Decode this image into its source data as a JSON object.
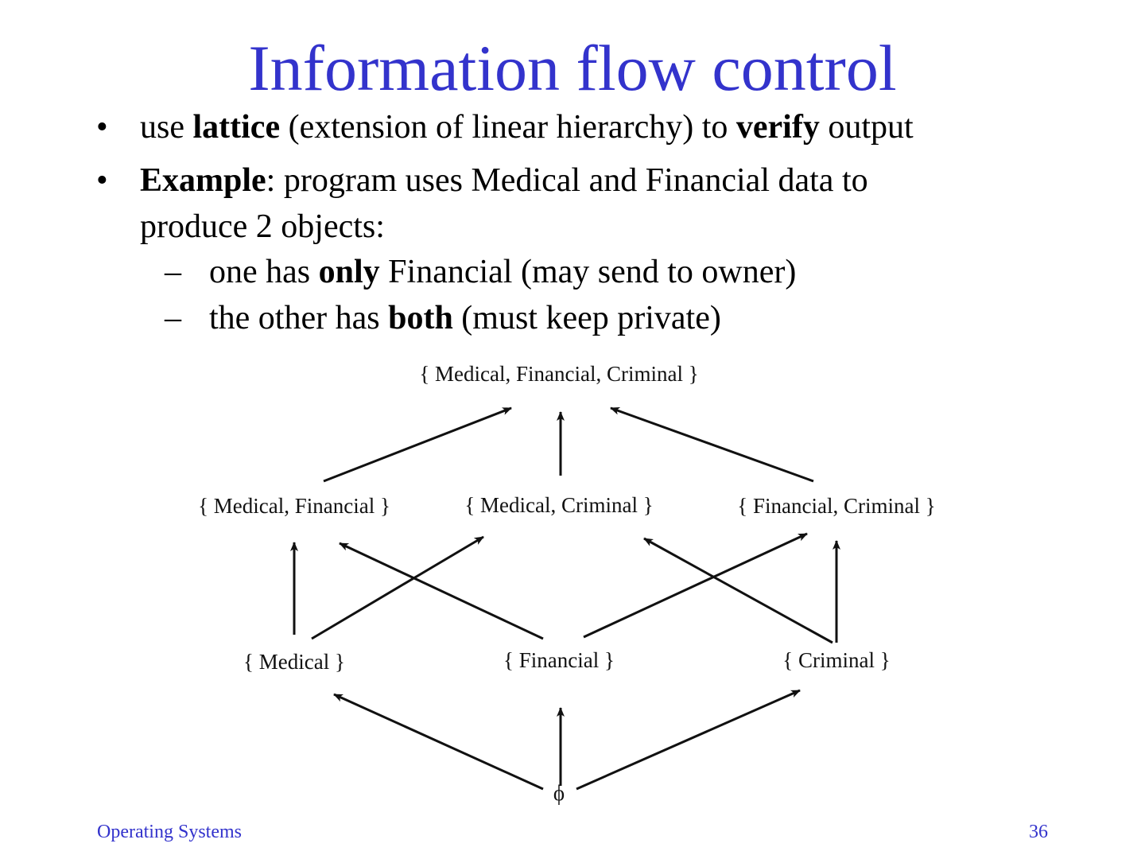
{
  "title": "Information flow control",
  "bullets": [
    {
      "marker": "•",
      "parts": [
        "use ",
        "lattice",
        " (extension of linear hierarchy) to ",
        "verify",
        " output"
      ]
    },
    {
      "marker": "•",
      "line1": [
        "Example",
        ": program uses Medical and Financial data to"
      ],
      "line2": "produce 2 objects:"
    }
  ],
  "sub_bullets": [
    {
      "marker": "–",
      "parts": [
        "one has ",
        "only",
        " Financial (may send to owner)"
      ]
    },
    {
      "marker": "–",
      "parts": [
        "the other has ",
        "both",
        " (must keep private)"
      ]
    }
  ],
  "lattice": {
    "nodes": {
      "top": "{ Medical, Financial, Criminal }",
      "med_fin": "{ Medical, Financial }",
      "med_crim": "{ Medical, Criminal }",
      "fin_crim": "{ Financial, Criminal }",
      "med": "{ Medical }",
      "fin": "{ Financial }",
      "crim": "{ Criminal }",
      "empty": "ϕ"
    },
    "edges": [
      [
        "empty",
        "med"
      ],
      [
        "empty",
        "fin"
      ],
      [
        "empty",
        "crim"
      ],
      [
        "med",
        "med_fin"
      ],
      [
        "med",
        "med_crim"
      ],
      [
        "fin",
        "med_fin"
      ],
      [
        "fin",
        "fin_crim"
      ],
      [
        "crim",
        "med_crim"
      ],
      [
        "crim",
        "fin_crim"
      ],
      [
        "med_fin",
        "top"
      ],
      [
        "med_crim",
        "top"
      ],
      [
        "fin_crim",
        "top"
      ]
    ]
  },
  "footer": {
    "left": "Operating Systems",
    "right": "36"
  },
  "colors": {
    "title": "#3333cc",
    "footer": "#3333cc",
    "diagram": "#111111"
  }
}
